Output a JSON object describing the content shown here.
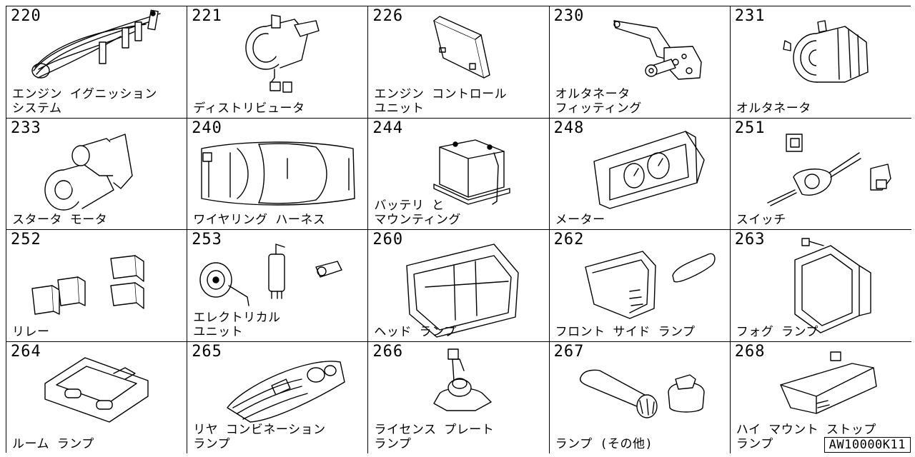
{
  "cells": [
    {
      "num": "220",
      "label": "エンジン イグニッション\nシステム",
      "icon": "ignition-wires-icon"
    },
    {
      "num": "221",
      "label": "ディストリビュータ",
      "icon": "distributor-icon"
    },
    {
      "num": "226",
      "label": "エンジン コントロール\nユニット",
      "icon": "control-unit-icon"
    },
    {
      "num": "230",
      "label": "オルタネータ\nフィッティング",
      "icon": "alternator-bracket-icon"
    },
    {
      "num": "231",
      "label": "オルタネータ",
      "icon": "alternator-icon"
    },
    {
      "num": "233",
      "label": "スタータ モータ",
      "icon": "starter-motor-icon"
    },
    {
      "num": "240",
      "label": "ワイヤリング ハーネス",
      "icon": "wiring-harness-icon"
    },
    {
      "num": "244",
      "label": "バッテリ と\nマウンティング",
      "icon": "battery-icon"
    },
    {
      "num": "248",
      "label": "メーター",
      "icon": "meter-icon"
    },
    {
      "num": "251",
      "label": "スイッチ",
      "icon": "switch-icon"
    },
    {
      "num": "252",
      "label": "リレー",
      "icon": "relay-icon"
    },
    {
      "num": "253",
      "label": "エレクトリカル\nユニット",
      "icon": "horn-icon"
    },
    {
      "num": "260",
      "label": "ヘッド ランプ",
      "icon": "headlamp-icon"
    },
    {
      "num": "262",
      "label": "フロント サイド ランプ",
      "icon": "side-lamp-icon"
    },
    {
      "num": "263",
      "label": "フォグ ランプ",
      "icon": "fog-lamp-icon"
    },
    {
      "num": "264",
      "label": "ルーム ランプ",
      "icon": "room-lamp-icon"
    },
    {
      "num": "265",
      "label": "リヤ コンビネーション\nランプ",
      "icon": "rear-lamp-icon"
    },
    {
      "num": "266",
      "label": "ライセンス プレート\nランプ",
      "icon": "license-lamp-icon"
    },
    {
      "num": "267",
      "label": "ランプ (その他)",
      "icon": "bulb-icon"
    },
    {
      "num": "268",
      "label": "ハイ マウント ストップ\nランプ",
      "icon": "high-mount-lamp-icon"
    }
  ],
  "code": "AW10000K11"
}
